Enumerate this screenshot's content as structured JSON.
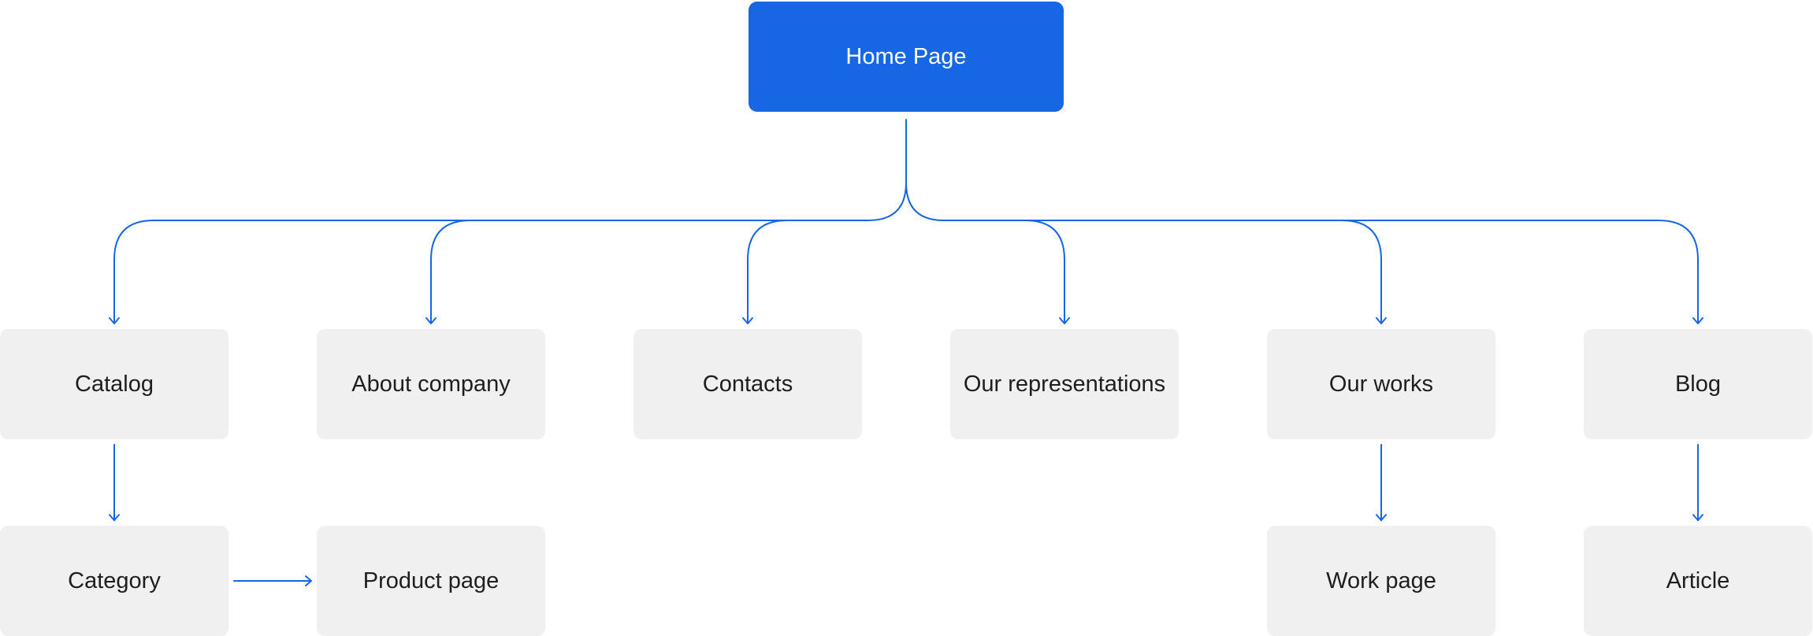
{
  "colors": {
    "accent": "#1767e5",
    "node_fill": "#f0f0f0",
    "node_text": "#1e1e1e",
    "root_text": "#ffffff",
    "connector": "#1767e5"
  },
  "nodes": {
    "home": "Home Page",
    "catalog": "Catalog",
    "about": "About company",
    "contacts": "Contacts",
    "representations": "Our representations",
    "works": "Our works",
    "blog": "Blog",
    "category": "Category",
    "product": "Product page",
    "work_page": "Work page",
    "article": "Article"
  },
  "edges": [
    [
      "home",
      "catalog"
    ],
    [
      "home",
      "about"
    ],
    [
      "home",
      "contacts"
    ],
    [
      "home",
      "representations"
    ],
    [
      "home",
      "works"
    ],
    [
      "home",
      "blog"
    ],
    [
      "catalog",
      "category"
    ],
    [
      "category",
      "product"
    ],
    [
      "works",
      "work_page"
    ],
    [
      "blog",
      "article"
    ]
  ]
}
